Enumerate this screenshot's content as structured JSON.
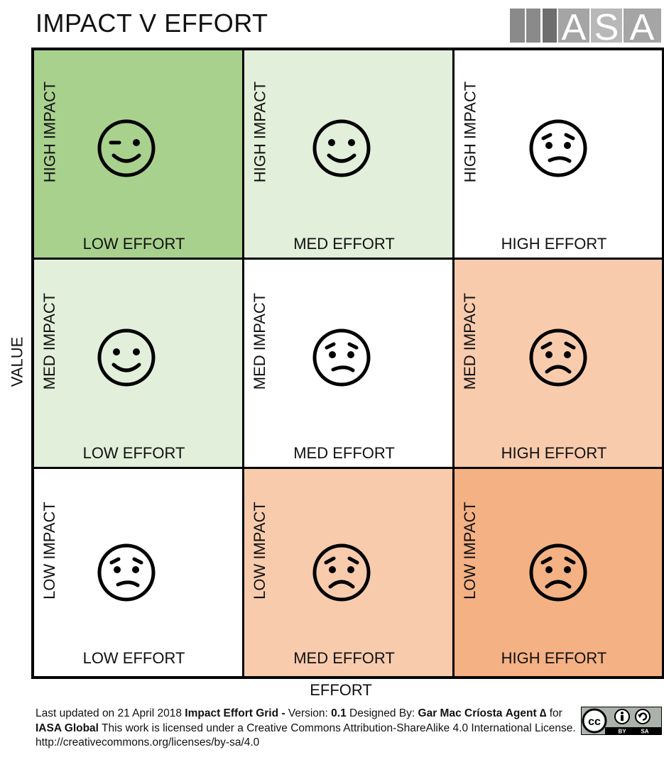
{
  "title": "IMPACT V EFFORT",
  "logo": {
    "letters": [
      "I",
      "A",
      "S",
      "A"
    ]
  },
  "axes": {
    "y_label": "VALUE",
    "x_label": "EFFORT"
  },
  "colors": {
    "dark_green": "#a9d18e",
    "light_green": "#e2efda",
    "white": "#ffffff",
    "light_orange": "#f8cbad",
    "orange": "#f4b183"
  },
  "grid": {
    "rows": [
      {
        "cells": [
          {
            "impact": "HIGH IMPACT",
            "effort": "LOW EFFORT",
            "color": "#a9d18e",
            "face": "wink-smile-icon"
          },
          {
            "impact": "HIGH IMPACT",
            "effort": "MED EFFORT",
            "color": "#e2efda",
            "face": "smile-icon"
          },
          {
            "impact": "HIGH IMPACT",
            "effort": "HIGH EFFORT",
            "color": "#ffffff",
            "face": "worried-icon"
          }
        ]
      },
      {
        "cells": [
          {
            "impact": "MED IMPACT",
            "effort": "LOW EFFORT",
            "color": "#e2efda",
            "face": "smile-icon"
          },
          {
            "impact": "MED IMPACT",
            "effort": "MED EFFORT",
            "color": "#ffffff",
            "face": "worried-icon"
          },
          {
            "impact": "MED IMPACT",
            "effort": "HIGH EFFORT",
            "color": "#f8cbad",
            "face": "sad-icon"
          }
        ]
      },
      {
        "cells": [
          {
            "impact": "LOW IMPACT",
            "effort": "LOW EFFORT",
            "color": "#ffffff",
            "face": "worried-icon"
          },
          {
            "impact": "LOW IMPACT",
            "effort": "MED EFFORT",
            "color": "#f8cbad",
            "face": "sad-icon"
          },
          {
            "impact": "LOW IMPACT",
            "effort": "HIGH EFFORT",
            "color": "#f4b183",
            "face": "sad-icon"
          }
        ]
      }
    ]
  },
  "footer": {
    "t1": "Last updated on 21  April 2018",
    "t2": "Impact Effort Grid - ",
    "t3": "Version: ",
    "t4": "0.1",
    "t5": " Designed By: ",
    "t6": "Gar Mac Críosta",
    "t7": "Agent ∆",
    "t8": " for ",
    "t9": "IASA Global",
    "t10": "  This work is licensed under a Creative Commons Attribution-ShareAlike 4.0 International License. http://creativecommons.org/licenses/by-sa/4.0"
  },
  "license_badge": {
    "icon": "cc-by-sa-icon",
    "by": "BY",
    "sa": "SA"
  }
}
